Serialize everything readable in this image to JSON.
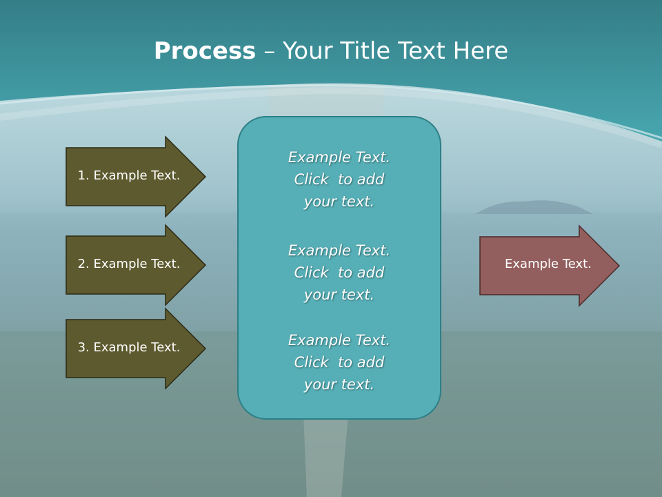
{
  "title": {
    "bold": "Process",
    "rest": " – Your Title Text Here"
  },
  "left_steps": [
    {
      "label": "1. Example Text."
    },
    {
      "label": "2. Example Text."
    },
    {
      "label": "3. Example Text."
    }
  ],
  "center": {
    "blocks": [
      {
        "lines": [
          "Example Text.",
          "Click  to add",
          "your text."
        ]
      },
      {
        "lines": [
          "Example Text.",
          "Click  to add",
          "your text."
        ]
      },
      {
        "lines": [
          "Example Text.",
          "Click  to add",
          "your text."
        ]
      }
    ]
  },
  "output": {
    "label": "Example Text."
  },
  "colors": {
    "banner": "#3f9aa3",
    "left_arrow_fill": "#5c5a2e",
    "center_fill": "#56afb6",
    "output_arrow_fill": "#935e5e"
  }
}
